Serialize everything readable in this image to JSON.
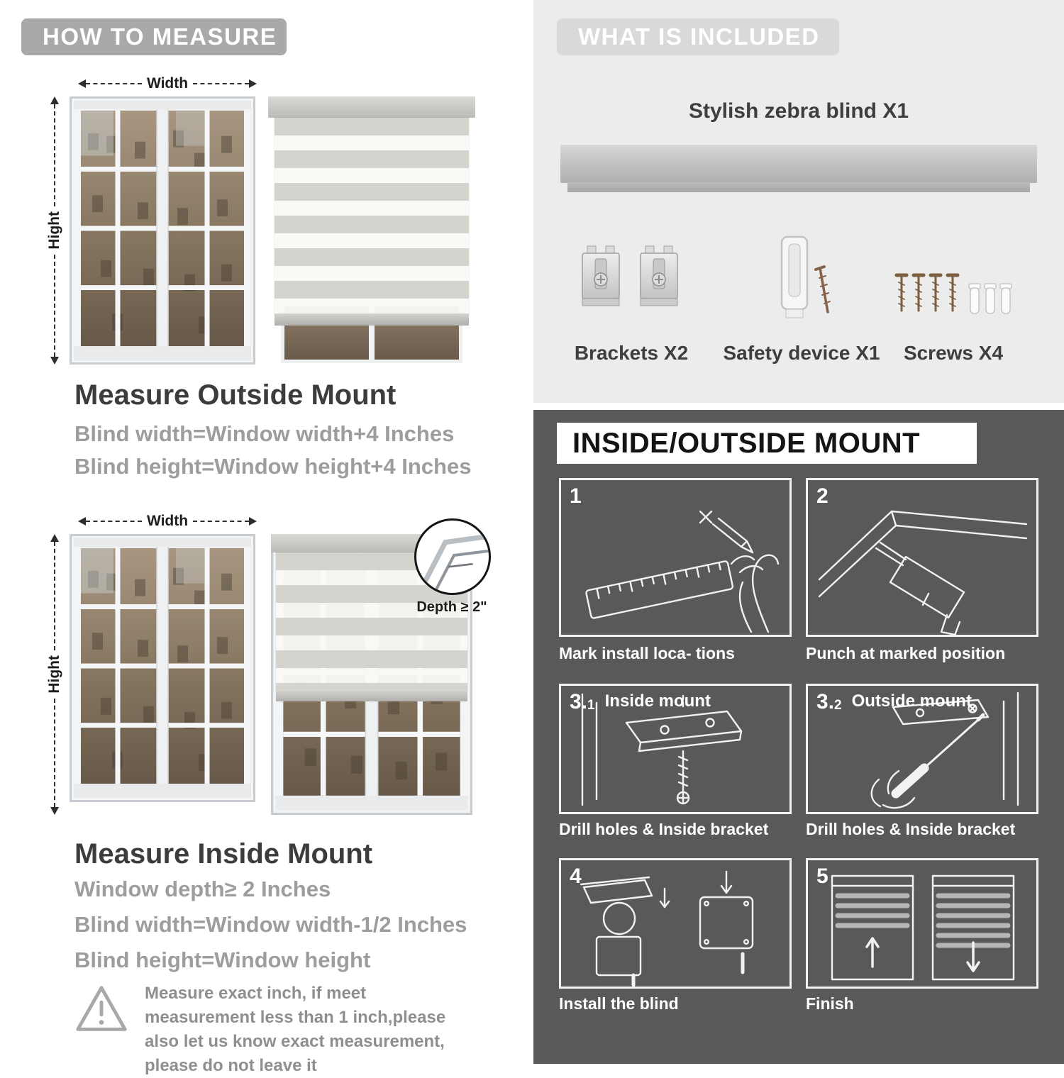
{
  "left": {
    "header": "HOW TO MEASURE",
    "outside": {
      "width_label": "Width",
      "height_label": "Hight",
      "title": "Measure Outside Mount",
      "lines": [
        "Blind width=Window width+4 Inches",
        "Blind height=Window height+4 Inches"
      ]
    },
    "inside": {
      "width_label": "Width",
      "height_label": "Hight",
      "depth_label": "Depth ≥ 2\"",
      "title": "Measure Inside Mount",
      "lines": [
        "Window depth≥ 2 Inches",
        "Blind width=Window width-1/2 Inches",
        "Blind height=Window height"
      ]
    },
    "warning_text": "Measure exact inch, if meet measurement less than 1 inch,please also let us know exact measurement, please do not leave it"
  },
  "included": {
    "header": "WHAT IS INCLUDED",
    "product_label": "Stylish zebra blind X1",
    "items": [
      {
        "label": "Brackets X2"
      },
      {
        "label": "Safety device X1"
      },
      {
        "label": "Screws X4"
      }
    ]
  },
  "mount": {
    "header": "INSIDE/OUTSIDE MOUNT",
    "steps": [
      {
        "num": "1",
        "sub": "",
        "title": "",
        "caption": "Mark install loca- tions"
      },
      {
        "num": "2",
        "sub": "",
        "title": "",
        "caption": "Punch at  marked position"
      },
      {
        "num": "3.",
        "sub": "1",
        "title": "Inside mount",
        "caption": "Drill holes &  Inside bracket"
      },
      {
        "num": "3.",
        "sub": "2",
        "title": "Outside mount",
        "caption": "Drill holes &  Inside bracket"
      },
      {
        "num": "4",
        "sub": "",
        "title": "",
        "caption": "Install the blind"
      },
      {
        "num": "5",
        "sub": "",
        "title": "",
        "caption": "Finish"
      }
    ]
  }
}
